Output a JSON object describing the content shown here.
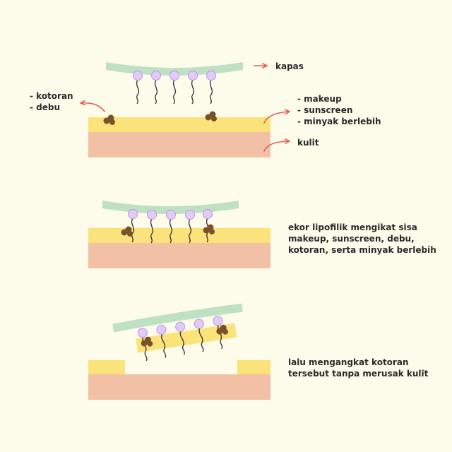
{
  "colors": {
    "background": "#fdfcea",
    "cotton": "#bfe0c3",
    "oil_layer": "#fbe37b",
    "skin": "#f2c0a4",
    "micelle_head": "#e2cbf6",
    "micelle_head_stroke": "#b896e6",
    "micelle_tail": "#3c3a35",
    "dirt": "#7a5229",
    "arrow": "#e65b55",
    "text": "#2a2a2a"
  },
  "panel1": {
    "label_kapas": "kapas",
    "label_left": [
      "- kotoran",
      "- debu"
    ],
    "label_right": [
      "- makeup",
      "- sunscreen",
      "- minyak berlebih"
    ],
    "label_kulit": "kulit"
  },
  "panel2": {
    "caption": [
      "ekor lipofilik mengikat sisa",
      "makeup, sunscreen, debu,",
      "kotoran, serta minyak berlebih"
    ]
  },
  "panel3": {
    "caption": [
      "lalu mengangkat kotoran",
      "tersebut tanpa merusak kulit"
    ]
  }
}
